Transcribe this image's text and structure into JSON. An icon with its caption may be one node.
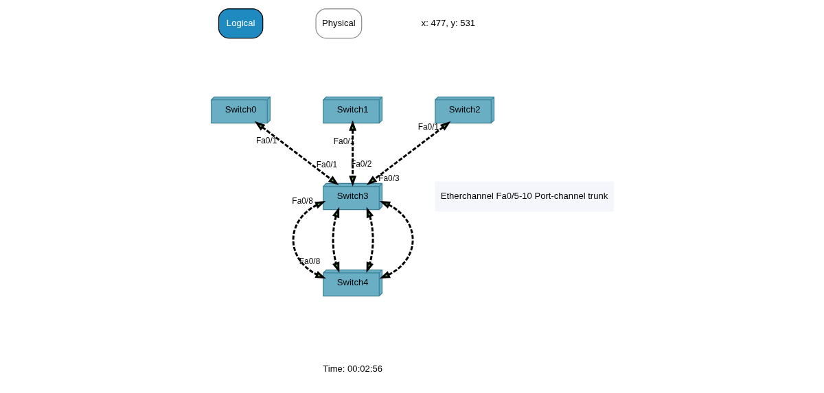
{
  "diagram": {
    "nodes": [
      {
        "text": [
          "Switch0"
        ]
      },
      {
        "text": [
          "Switch1"
        ]
      },
      {
        "text": [
          "Switch2"
        ]
      },
      {
        "text": [
          "Switch3"
        ]
      },
      {
        "text": [
          "Switch4"
        ]
      }
    ],
    "edges": [
      {
        "from": 0,
        "to": 3,
        "arrow": "both",
        "style": "dashed"
      },
      {
        "from": 1,
        "to": 3,
        "arrow": "both",
        "style": "dashed"
      },
      {
        "from": 2,
        "to": 3,
        "arrow": "both",
        "style": "dashed"
      },
      {
        "from": 3,
        "to": 4,
        "arrow": "both",
        "style": "dashed"
      },
      {
        "from": 3,
        "to": 4,
        "arrow": "both",
        "style": "dashed"
      },
      {
        "from": 3,
        "to": 4,
        "arrow": "both",
        "style": "dashed"
      },
      {
        "from": 3,
        "to": 4,
        "arrow": "both",
        "style": "dashed"
      }
    ],
    "labels": [
      "Logical",
      "Physical",
      "x: 477, y: 531",
      "Fa0/1",
      "Fa0/1",
      "Fa0/1",
      "Fa0/1",
      "Fa0/2",
      "Fa0/3",
      "Etherchannel Fa0/5-10 Port-channel trunk",
      "Fa0/8",
      "Fa0/8",
      "Time: 00:02:56"
    ]
  }
}
